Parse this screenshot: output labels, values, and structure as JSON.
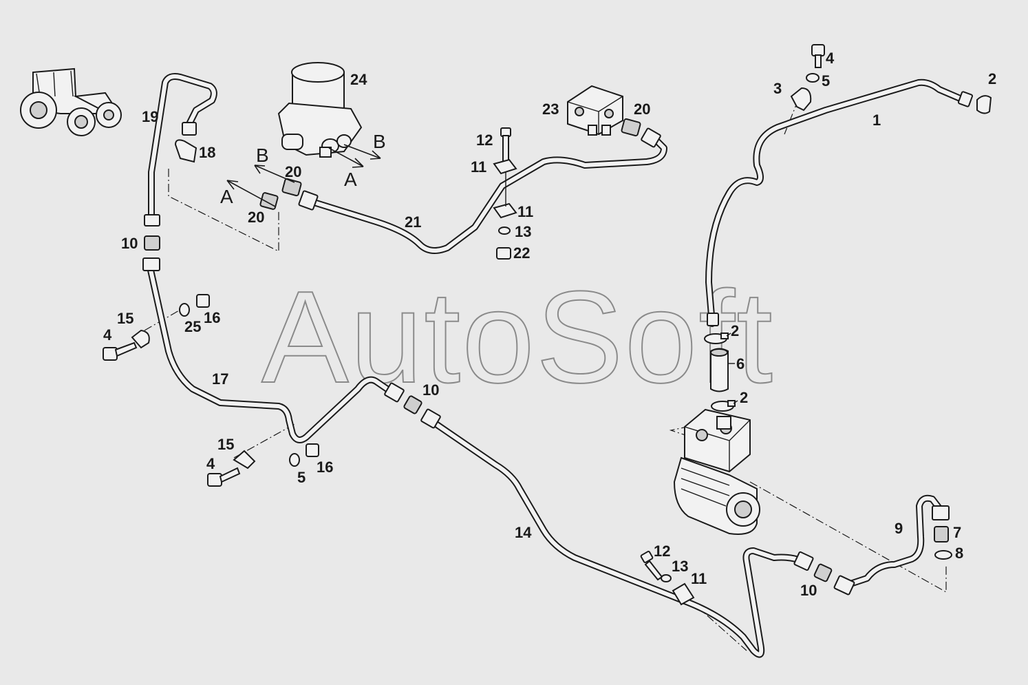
{
  "watermark": "AutoSoft",
  "colors": {
    "background": "#e9e9e9",
    "line": "#1a1a1a",
    "part_fill": "#f2f2f2"
  },
  "icons": [
    "tractor-icon"
  ],
  "direction_markers": {
    "a": "A",
    "b": "B"
  },
  "callouts": {
    "p1": "1",
    "p2a": "2",
    "p2b": "2",
    "p2c": "2",
    "p3": "3",
    "p4a": "4",
    "p4b": "4",
    "p4c": "4",
    "p5a": "5",
    "p5b": "5",
    "p6": "6",
    "p7": "7",
    "p8": "8",
    "p9": "9",
    "p10a": "10",
    "p10b": "10",
    "p10c": "10",
    "p11a": "11",
    "p11b": "11",
    "p11c": "11",
    "p12a": "12",
    "p12b": "12",
    "p13a": "13",
    "p13b": "13",
    "p14": "14",
    "p15a": "15",
    "p15b": "15",
    "p16a": "16",
    "p16b": "16",
    "p17": "17",
    "p18": "18",
    "p19": "19",
    "p20a": "20",
    "p20b": "20",
    "p20c": "20",
    "p21": "21",
    "p22": "22",
    "p23": "23",
    "p24": "24",
    "p25": "25"
  }
}
